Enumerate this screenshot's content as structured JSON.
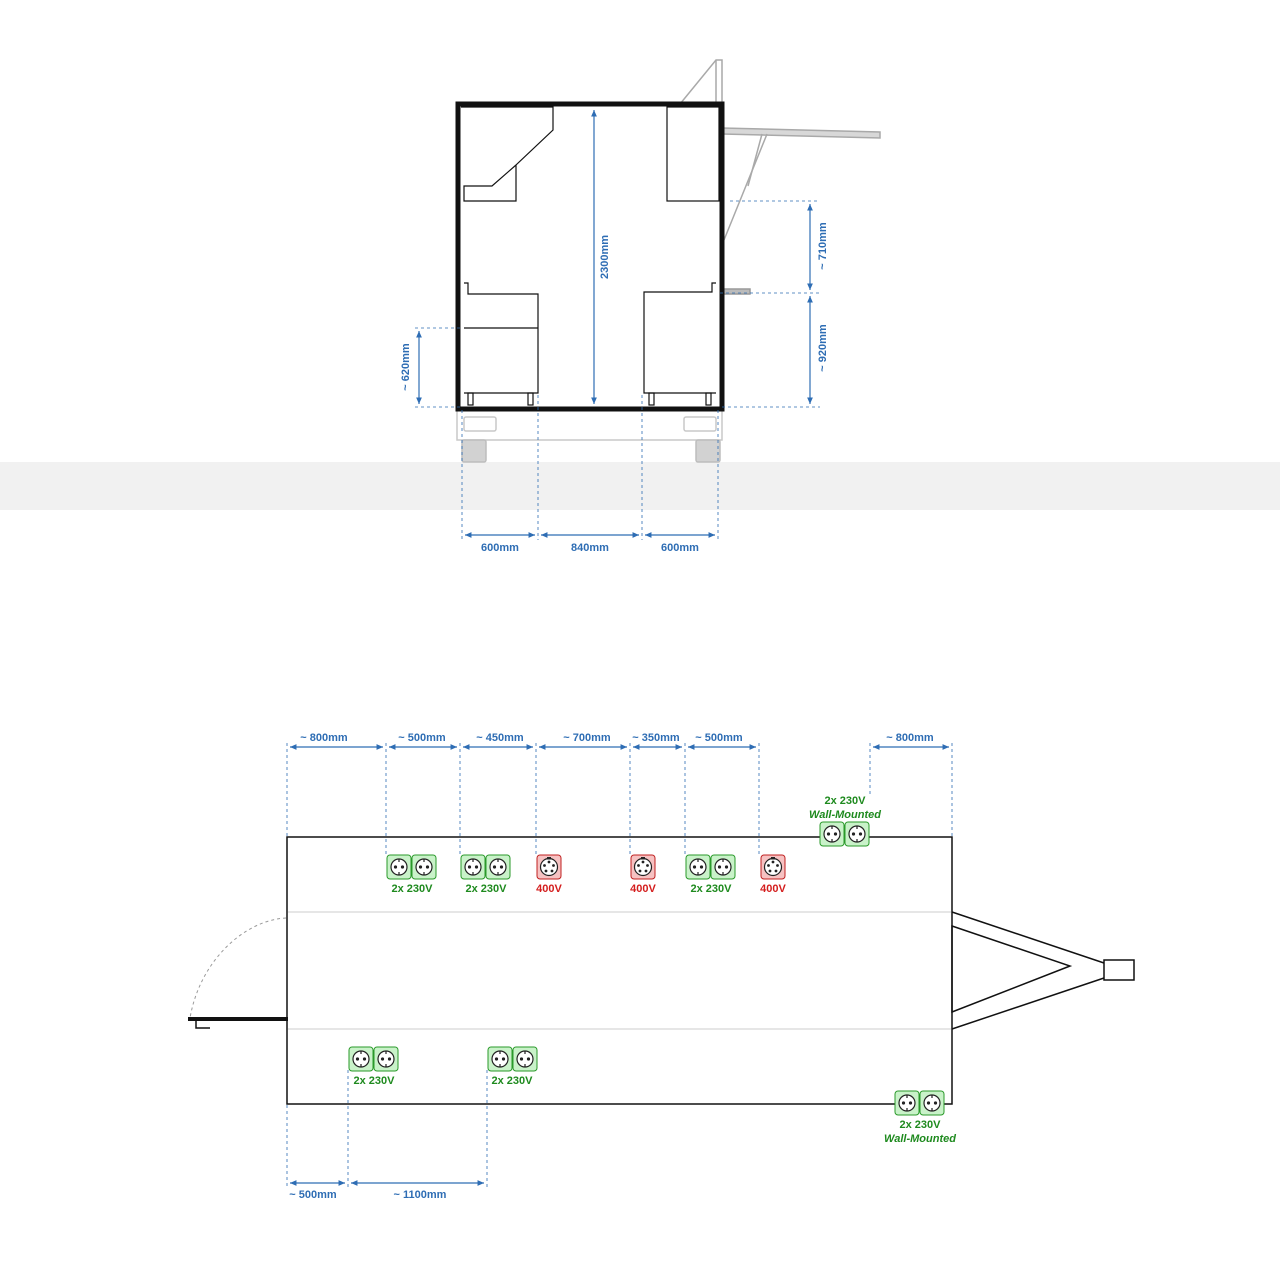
{
  "colors": {
    "dimension": "#2e6db4",
    "outline": "#111111",
    "socket_230v_fill": "#c9f2c9",
    "socket_230v_stroke": "#2a9a2a",
    "socket_400v_fill": "#f6c2c2",
    "socket_400v_stroke": "#c02020",
    "label_230v": "#1e8a1e",
    "label_400v": "#d41e1e",
    "ground_band": "#f1f1f1",
    "chassis": "#cccccc"
  },
  "side_view": {
    "height_label": "2300mm",
    "counter_height_label": "~ 620mm",
    "hatch_upper_label": "~ 710mm",
    "hatch_lower_label": "~ 920mm",
    "width_labels": [
      "600mm",
      "840mm",
      "600mm"
    ]
  },
  "top_view": {
    "top_dimensions": [
      "~ 800mm",
      "~ 500mm",
      "~ 450mm",
      "~ 700mm",
      "~ 350mm",
      "~ 500mm",
      "~ 800mm"
    ],
    "bottom_dimensions": [
      "~ 500mm",
      "~ 1100mm"
    ],
    "top_sockets": [
      {
        "type": "230",
        "label": "2x 230V"
      },
      {
        "type": "230",
        "label": "2x 230V"
      },
      {
        "type": "400",
        "label": "400V"
      },
      {
        "type": "400",
        "label": "400V"
      },
      {
        "type": "230",
        "label": "2x 230V"
      },
      {
        "type": "400",
        "label": "400V"
      }
    ],
    "wall_top": {
      "label": "2x 230V",
      "sublabel": "Wall-Mounted"
    },
    "bottom_sockets": [
      {
        "type": "230",
        "label": "2x 230V"
      },
      {
        "type": "230",
        "label": "2x 230V"
      }
    ],
    "wall_bottom": {
      "label": "2x 230V",
      "sublabel": "Wall-Mounted"
    }
  }
}
